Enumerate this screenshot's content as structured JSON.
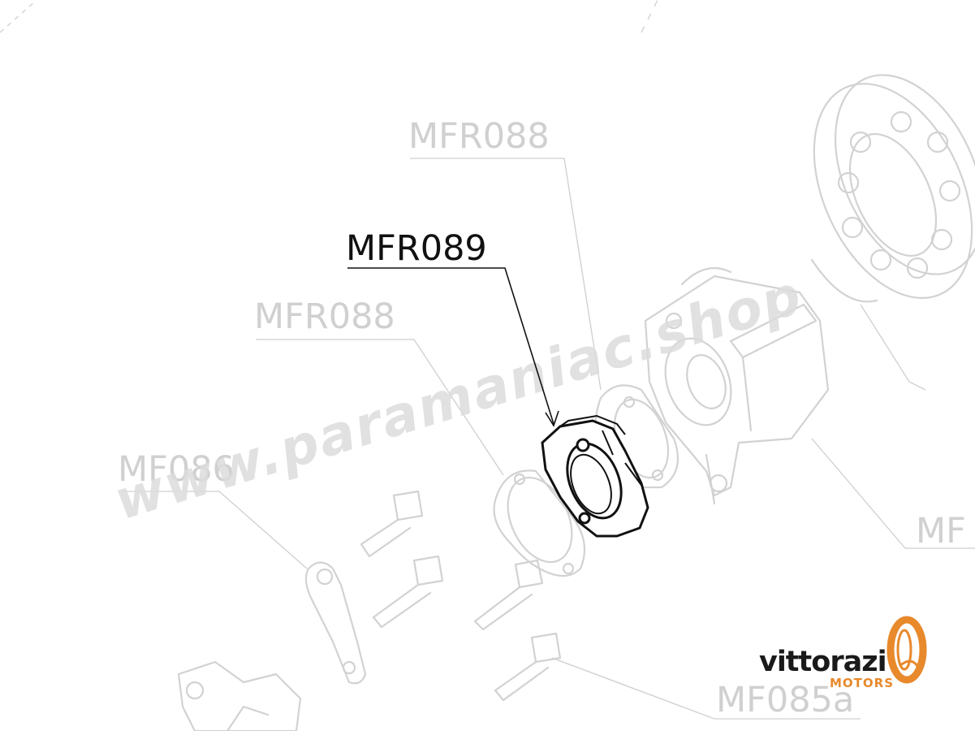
{
  "diagram": {
    "highlighted_part": "MFR089",
    "part_labels": {
      "mfr088_upper": "MFR088",
      "mfr089": "MFR089",
      "mfr088_lower": "MFR088",
      "mf086": "MF086",
      "mf_right": "MF",
      "mf085a": "MF085a"
    },
    "watermark": "www.paramaniac.shop"
  },
  "logo": {
    "brand": "vittorazi",
    "subtitle": "MOTORS",
    "colors": {
      "text": "#1a1a1a",
      "accent": "#e8892c"
    }
  },
  "colors": {
    "ghost_line": "#d2d2d2",
    "highlight_line": "#111111",
    "watermark": "#dcdcdc"
  }
}
